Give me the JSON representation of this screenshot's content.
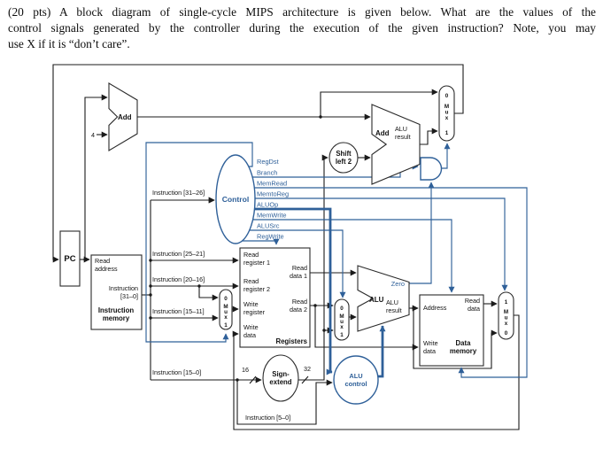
{
  "question": {
    "lines": [
      "(20 pts) A block diagram of single-cycle MIPS architecture is given below. What are the values of the",
      "control signals generated by the controller during the execution of the given instruction? Note, you may",
      "use X if it is “don’t care”."
    ]
  },
  "colors": {
    "signal_blue": "#2f6099",
    "wire_black": "#1b1b1b",
    "background": "#ffffff"
  },
  "pc": {
    "label": "PC"
  },
  "instruction_memory": {
    "title": "Instruction\nmemory",
    "read_address": "Read\naddress",
    "instruction_out": "Instruction\n[31–0]"
  },
  "registers": {
    "title": "Registers",
    "read_register_1": "Read\nregister 1",
    "read_register_2": "Read\nregister 2",
    "write_register": "Write\nregister",
    "write_data": "Write\ndata",
    "read_data_1": "Read\ndata 1",
    "read_data_2": "Read\ndata 2"
  },
  "data_memory": {
    "title": "Data\nmemory",
    "address": "Address",
    "read_data": "Read\ndata",
    "write_data": "Write\ndata"
  },
  "control": {
    "label": "Control",
    "signals": [
      "RegDst",
      "Branch",
      "MemRead",
      "MemtoReg",
      "ALUOp",
      "MemWrite",
      "ALUSrc",
      "RegWrite"
    ]
  },
  "alu": {
    "label": "ALU",
    "result": "ALU\nresult",
    "zero": "Zero"
  },
  "adders": {
    "add1": "Add",
    "add2": "Add",
    "add2_result": "ALU\nresult"
  },
  "ovals": {
    "sign_extend": "Sign-\nextend",
    "shift_left_2": "Shift\nleft 2",
    "alu_control": "ALU\ncontrol"
  },
  "mux": {
    "zero": "0",
    "one": "1",
    "label": "M\nu\nx"
  },
  "instruction_fields": {
    "i31_26": "Instruction [31–26]",
    "i25_21": "Instruction [25–21]",
    "i20_16": "Instruction [20–16]",
    "i15_11": "Instruction [15–11]",
    "i15_0": "Instruction [15–0]",
    "i5_0": "Instruction [5–0]"
  },
  "bit_widths": {
    "pc_increment": "4",
    "immediate_in": "16",
    "immediate_out": "32"
  }
}
